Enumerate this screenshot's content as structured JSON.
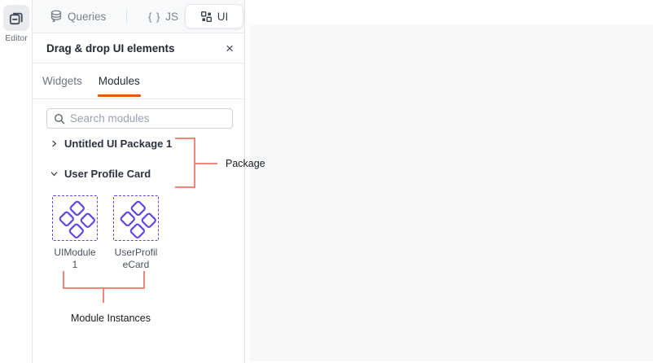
{
  "colors": {
    "accent_orange": "#E8590C",
    "module_purple": "#6347E5",
    "annotation_salmon": "#F0867A"
  },
  "left_rail": {
    "editor_label": "Editor"
  },
  "editor_switcher": {
    "queries_label": "Queries",
    "js_icon": "{ }",
    "js_label": "JS",
    "ui_label": "UI"
  },
  "panel": {
    "title": "Drag & drop UI elements",
    "close_glyph": "×",
    "tabs": {
      "widgets": "Widgets",
      "modules": "Modules"
    },
    "search_placeholder": "Search modules",
    "tree": [
      {
        "label": "Untitled UI Package 1",
        "state": "collapsed"
      },
      {
        "label": "User Profile Card",
        "state": "expanded"
      }
    ],
    "modules": [
      {
        "name": "UIModule 1",
        "lines": [
          "UIModule",
          "1"
        ]
      },
      {
        "name": "UserProfileCard",
        "lines": [
          "UserProfil",
          "eCard"
        ]
      }
    ]
  },
  "annotations": {
    "package_label": "Package",
    "module_instances_label": "Module Instances"
  }
}
